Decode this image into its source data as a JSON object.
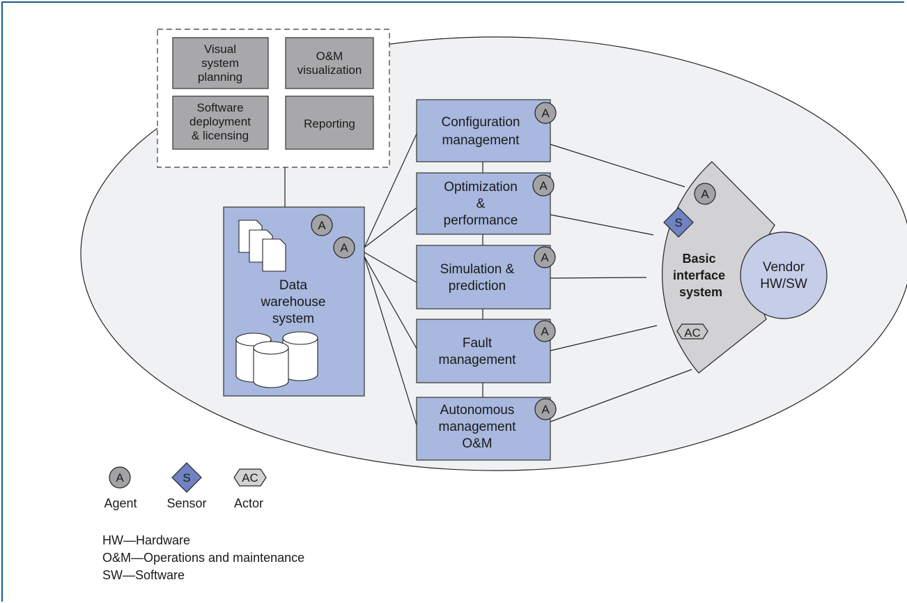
{
  "tools": [
    {
      "lines": [
        "Visual",
        "system",
        "planning"
      ]
    },
    {
      "lines": [
        "O&M",
        "visualization"
      ]
    },
    {
      "lines": [
        "Software",
        "deployment",
        "& licensing"
      ]
    },
    {
      "lines": [
        "Reporting"
      ]
    }
  ],
  "data_warehouse": {
    "lines": [
      "Data",
      "warehouse",
      "system"
    ]
  },
  "modules": [
    {
      "lines": [
        "Configuration",
        "management"
      ]
    },
    {
      "lines": [
        "Optimization",
        "&",
        "performance"
      ]
    },
    {
      "lines": [
        "Simulation &",
        "prediction"
      ]
    },
    {
      "lines": [
        "Fault",
        "management"
      ]
    },
    {
      "lines": [
        "Autonomous",
        "management",
        "O&M"
      ]
    }
  ],
  "interface": {
    "lines": [
      "Basic",
      "interface",
      "system"
    ]
  },
  "vendor": {
    "lines": [
      "Vendor",
      "HW/SW"
    ]
  },
  "symbols": {
    "agent": "A",
    "sensor": "S",
    "actor": "AC"
  },
  "legend": [
    {
      "symbol": "A",
      "label": "Agent"
    },
    {
      "symbol": "S",
      "label": "Sensor"
    },
    {
      "symbol": "AC",
      "label": "Actor"
    }
  ],
  "glossary": [
    "HW—Hardware",
    "O&M—Operations and maintenance",
    "SW—Software"
  ],
  "colors": {
    "frame": "#1a5a8a",
    "module_fill": "#a8b8de",
    "tool_fill": "#a8a8aa",
    "ellipse_fill": "#f0f1f3"
  }
}
